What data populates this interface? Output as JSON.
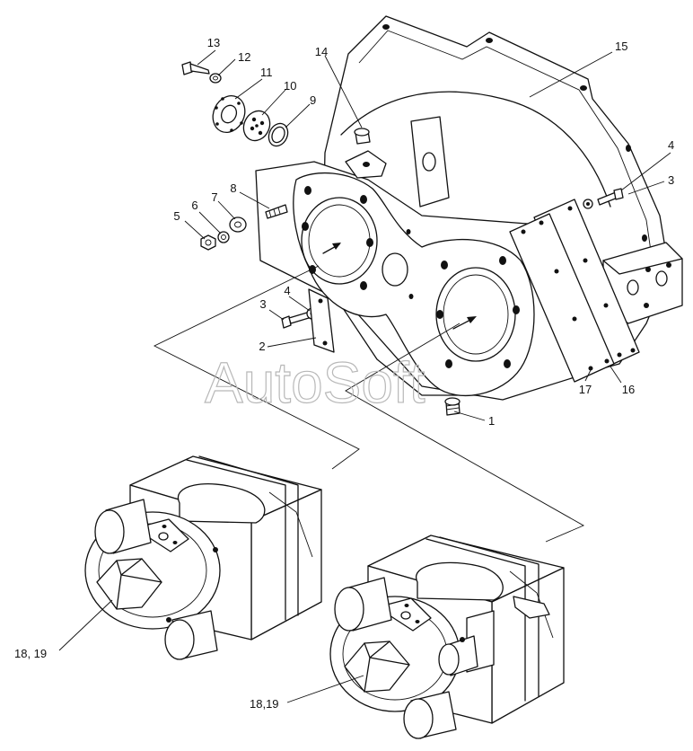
{
  "watermark": "AutoSoft",
  "callouts": {
    "c1": "1",
    "c2": "2",
    "c3a": "3",
    "c3b": "3",
    "c4a": "4",
    "c4b": "4",
    "c5": "5",
    "c6": "6",
    "c7": "7",
    "c8": "8",
    "c9": "9",
    "c10": "10",
    "c11": "11",
    "c12": "12",
    "c13": "13",
    "c14": "14",
    "c15": "15",
    "c16": "16",
    "c17": "17",
    "c18a": "18, 19",
    "c18b": "18,19"
  }
}
